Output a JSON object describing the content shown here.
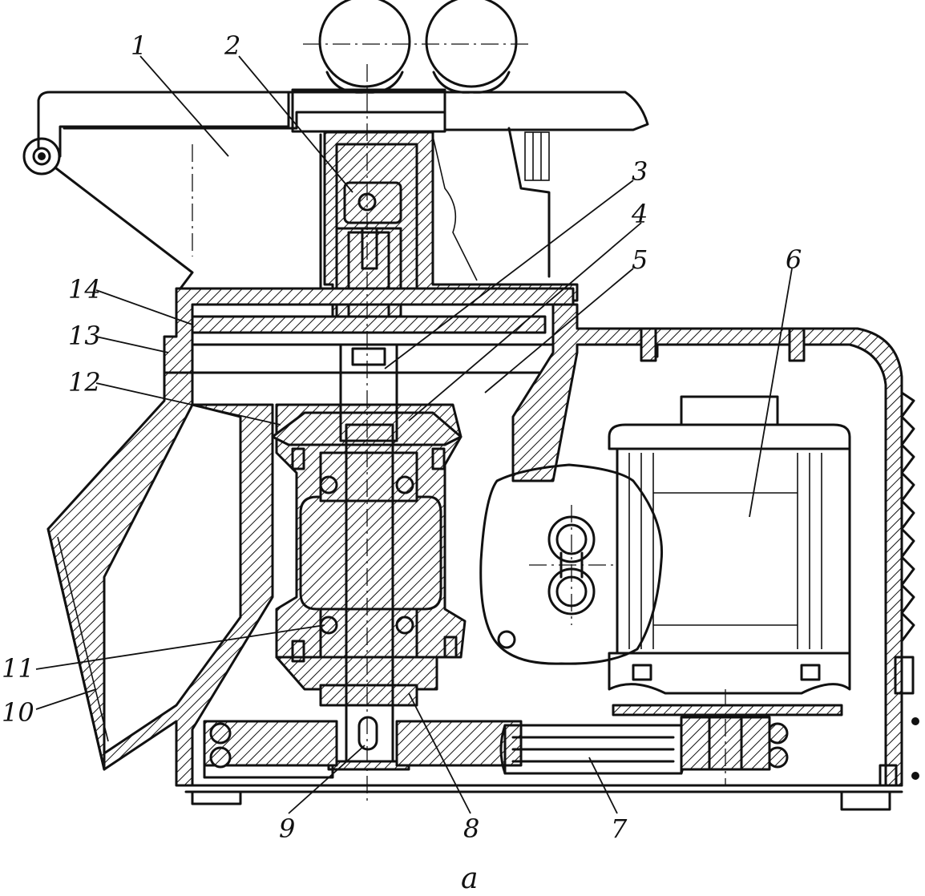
{
  "labels": [
    {
      "id": "1",
      "text": "1"
    },
    {
      "id": "2",
      "text": "2"
    },
    {
      "id": "3",
      "text": "3"
    },
    {
      "id": "4",
      "text": "4"
    },
    {
      "id": "5",
      "text": "5"
    },
    {
      "id": "6",
      "text": "6"
    },
    {
      "id": "7",
      "text": "7"
    },
    {
      "id": "8",
      "text": "8"
    },
    {
      "id": "9",
      "text": "9"
    },
    {
      "id": "10",
      "text": "10"
    },
    {
      "id": "11",
      "text": "11"
    },
    {
      "id": "12",
      "text": "12"
    },
    {
      "id": "13",
      "text": "13"
    },
    {
      "id": "14",
      "text": "14"
    }
  ],
  "caption": "a"
}
